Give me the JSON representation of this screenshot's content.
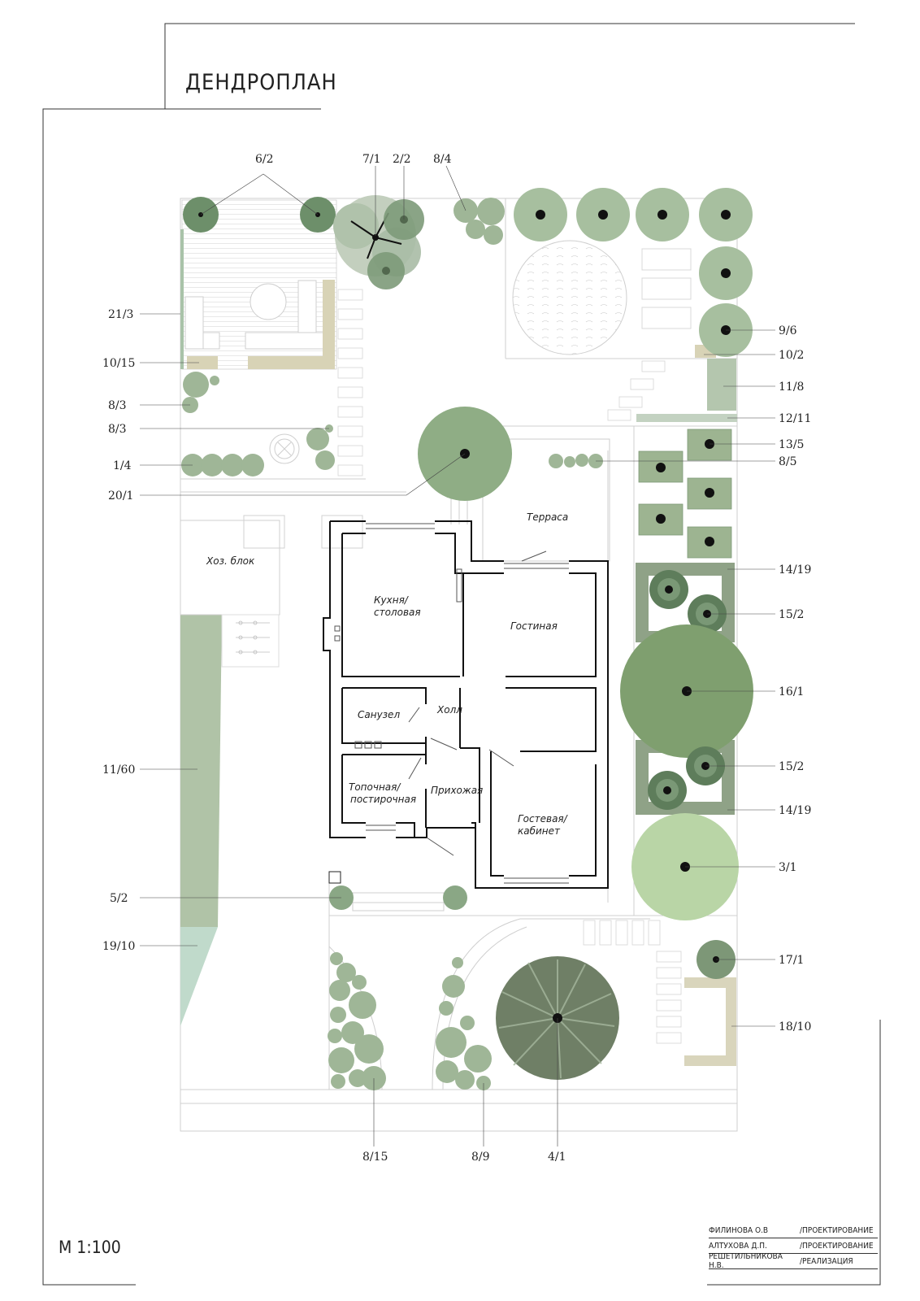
{
  "title": "ДЕНДРОПЛАН",
  "scale": "М 1:100",
  "credits": [
    {
      "name": "ФИЛИНОВА О.В",
      "role": "/ПРОЕКТИРОВАНИЕ"
    },
    {
      "name": "АЛТУХОВА Д.П.",
      "role": "/ПРОЕКТИРОВАНИЕ"
    },
    {
      "name": "РЕШЕТИЛЬНИКОВА Н.В.",
      "role": "/РЕАЛИЗАЦИЯ"
    }
  ],
  "rooms": {
    "terrace": "Терраса",
    "shed": "Хоз. блок",
    "kitchen_1": "Кухня/",
    "kitchen_2": "столовая",
    "living": "Гостиная",
    "bathroom": "Санузел",
    "hall": "Холл",
    "boiler_1": "Топочная/",
    "boiler_2": "постирочная",
    "entry": "Прихожая",
    "guest_1": "Гостевая/",
    "guest_2": "кабинет"
  },
  "labels": {
    "top_6_2": "6/2",
    "top_7_1": "7/1",
    "top_2_2": "2/2",
    "top_8_4": "8/4",
    "left_21_3": "21/3",
    "left_10_15": "10/15",
    "left_8_3_a": "8/3",
    "left_8_3_b": "8/3",
    "left_1_4": "1/4",
    "left_20_1": "20/1",
    "left_11_60": "11/60",
    "left_5_2": "5/2",
    "left_19_10": "19/10",
    "right_9_6": "9/6",
    "right_10_2": "10/2",
    "right_11_8": "11/8",
    "right_12_11": "12/11",
    "right_13_5": "13/5",
    "right_8_5": "8/5",
    "right_14_19_a": "14/19",
    "right_15_2_a": "15/2",
    "right_16_1": "16/1",
    "right_15_2_b": "15/2",
    "right_14_19_b": "14/19",
    "right_3_1": "3/1",
    "right_17_1": "17/1",
    "right_18_10": "18/10",
    "bottom_8_15": "8/15",
    "bottom_8_9": "8/9",
    "bottom_4_1": "4/1"
  }
}
